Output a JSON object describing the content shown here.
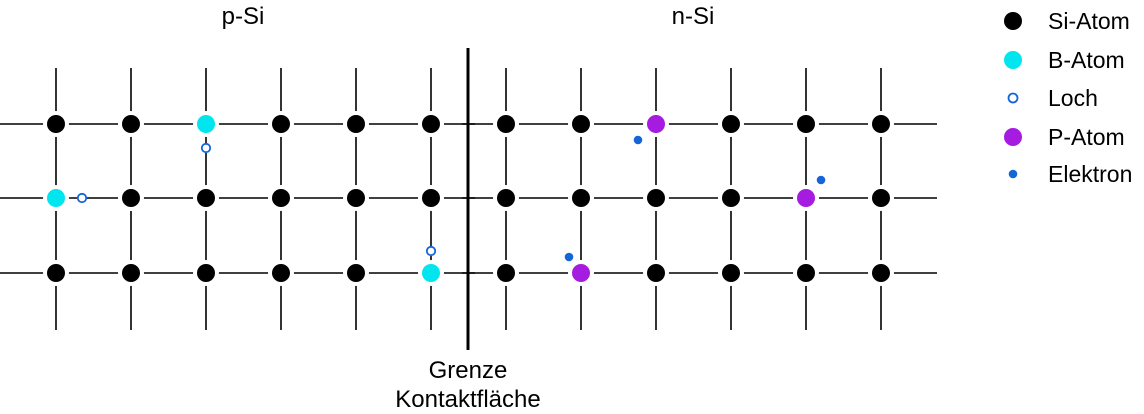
{
  "labels": {
    "p_region": "p-Si",
    "n_region": "n-Si",
    "boundary_line1": "Grenze",
    "boundary_line2": "Kontaktfläche"
  },
  "legend": [
    {
      "label": "Si-Atom",
      "symbol": "filled",
      "color": "#000000"
    },
    {
      "label": "B-Atom",
      "symbol": "filled",
      "color": "#00e5ee"
    },
    {
      "label": "Loch",
      "symbol": "ring",
      "color": "#1565d8"
    },
    {
      "label": "P-Atom",
      "symbol": "filled",
      "color": "#a61be0"
    },
    {
      "label": "Elektron",
      "symbol": "dot",
      "color": "#1565d8"
    }
  ],
  "lattice": {
    "columns": 12,
    "rows": 3,
    "boundary_after_column": 6,
    "dopants": [
      {
        "kind": "B-Atom",
        "row": 1,
        "col": 3
      },
      {
        "kind": "B-Atom",
        "row": 2,
        "col": 1
      },
      {
        "kind": "B-Atom",
        "row": 3,
        "col": 6
      },
      {
        "kind": "P-Atom",
        "row": 1,
        "col": 9
      },
      {
        "kind": "P-Atom",
        "row": 2,
        "col": 11
      },
      {
        "kind": "P-Atom",
        "row": 3,
        "col": 8
      }
    ],
    "holes": [
      {
        "near_row": 1,
        "near_col": 3,
        "side": "below"
      },
      {
        "near_row": 2,
        "near_col": 1,
        "side": "right"
      },
      {
        "near_row": 3,
        "near_col": 6,
        "side": "above"
      }
    ],
    "electrons": [
      {
        "near_row": 1,
        "near_col": 9,
        "side": "lower-left"
      },
      {
        "near_row": 2,
        "near_col": 11,
        "side": "upper-right"
      },
      {
        "near_row": 3,
        "near_col": 8,
        "side": "upper-left"
      }
    ]
  }
}
